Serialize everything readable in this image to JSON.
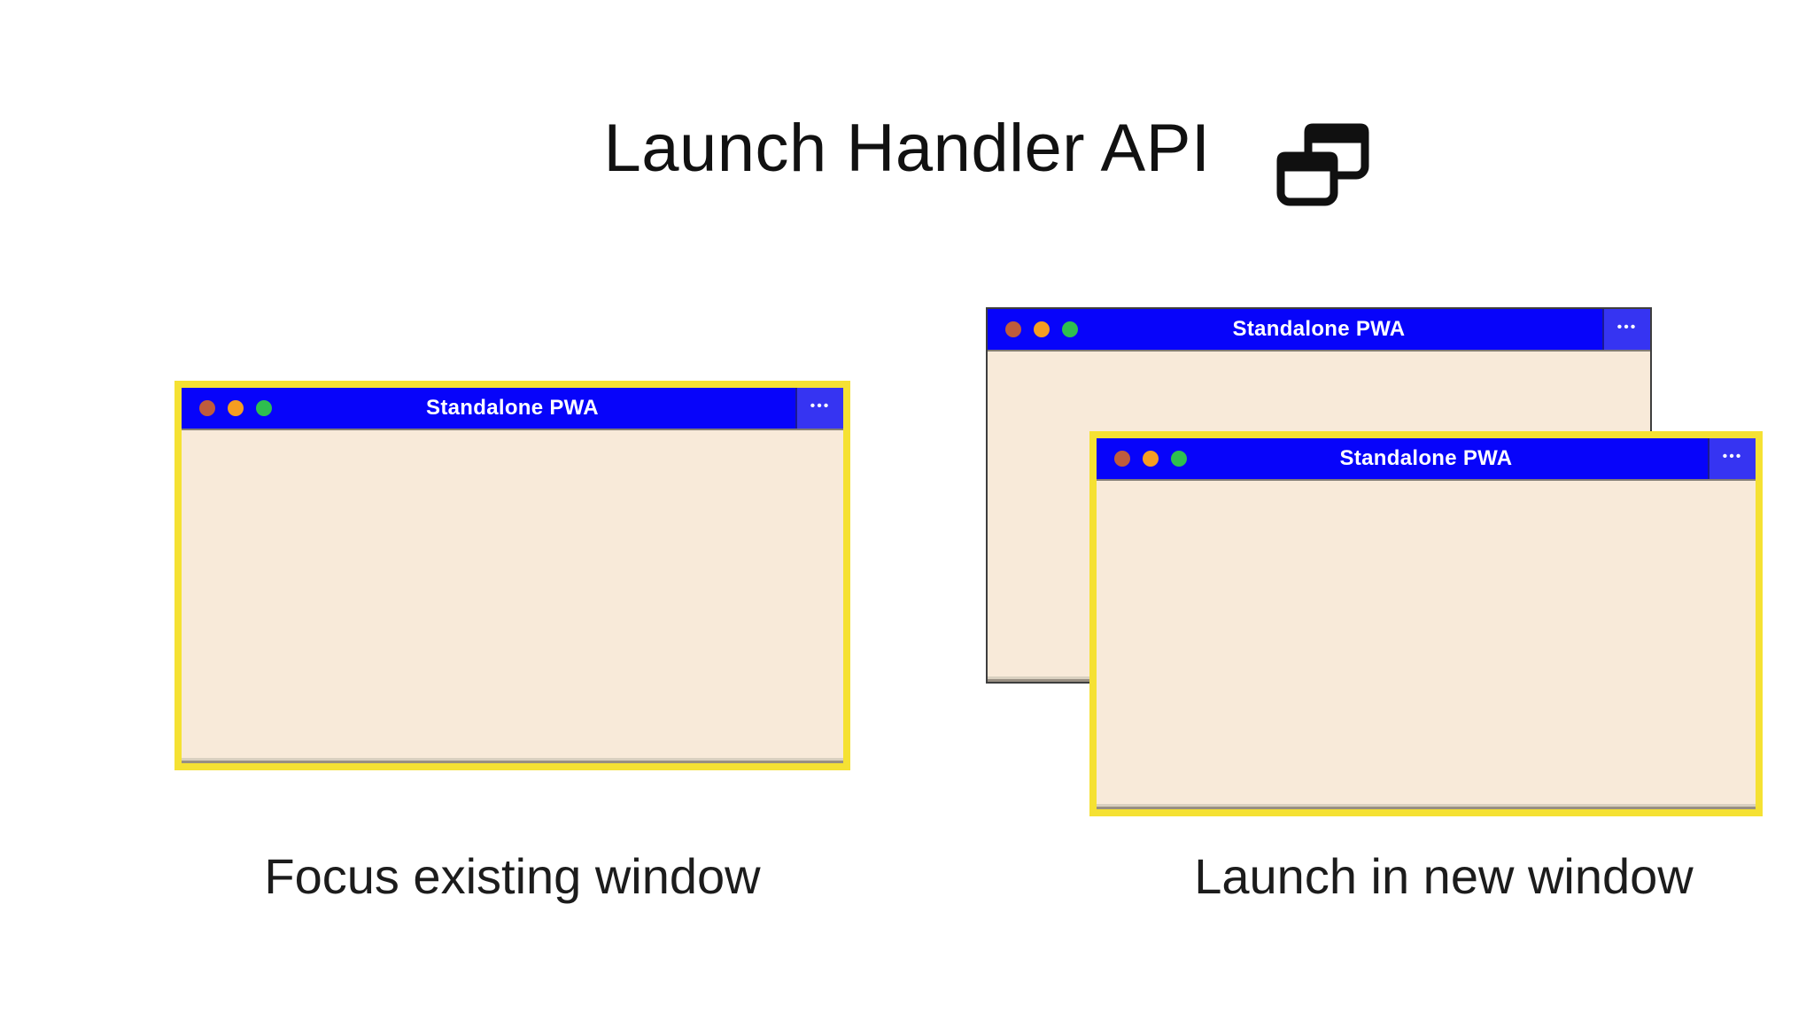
{
  "page": {
    "title": "Launch Handler API",
    "background_color": "#ffffff",
    "title_icon": "overlapping-windows-icon"
  },
  "window_chrome": {
    "title": "Standalone PWA",
    "menu_dots": "•••",
    "traffic_lights": [
      "close",
      "minimize",
      "zoom"
    ],
    "colors": {
      "titlebar_blue": "#0704fa",
      "menu_button_blue": "#3634f2",
      "body_cream": "#f8ead9",
      "focus_highlight_yellow": "#f5e133",
      "back_window_border": "#3e3e3e",
      "traffic_red": "#bf5c3c",
      "traffic_orange": "#f59d21",
      "traffic_green": "#2ebf4f",
      "title_text": "#ffffff"
    }
  },
  "scenarios": [
    {
      "caption": "Focus existing window"
    },
    {
      "caption": "Launch in new window"
    }
  ]
}
